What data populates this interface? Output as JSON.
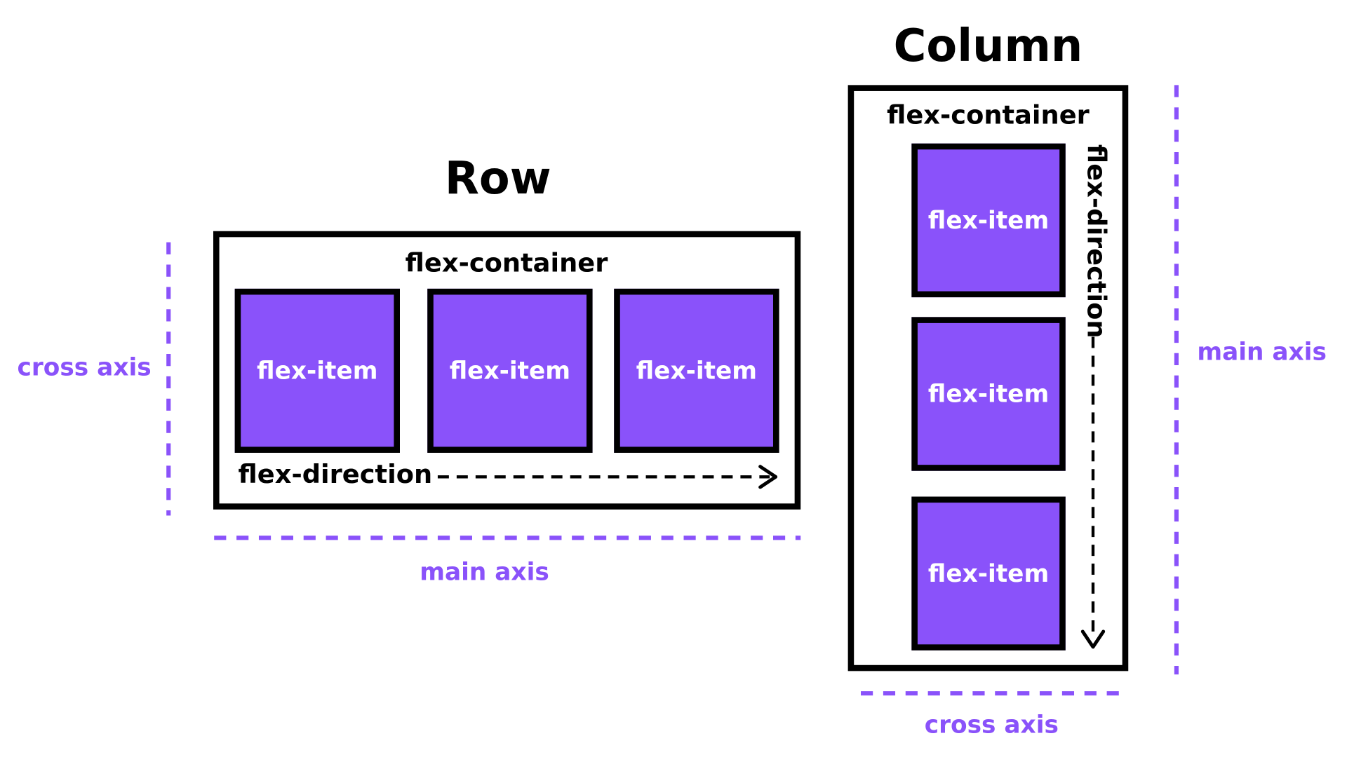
{
  "colors": {
    "accent": "#8a52fa",
    "item_fill": "#8a52fa",
    "border": "#000000",
    "background": "#ffffff"
  },
  "row": {
    "title": "Row",
    "container_label": "flex-container",
    "items": [
      "flex-item",
      "flex-item",
      "flex-item"
    ],
    "direction_label": "flex-direction",
    "main_axis_label": "main axis",
    "cross_axis_label": "cross axis"
  },
  "column": {
    "title": "Column",
    "container_label": "flex-container",
    "items": [
      "flex-item",
      "flex-item",
      "flex-item"
    ],
    "direction_label": "flex-direction",
    "main_axis_label": "main axis",
    "cross_axis_label": "cross axis"
  }
}
